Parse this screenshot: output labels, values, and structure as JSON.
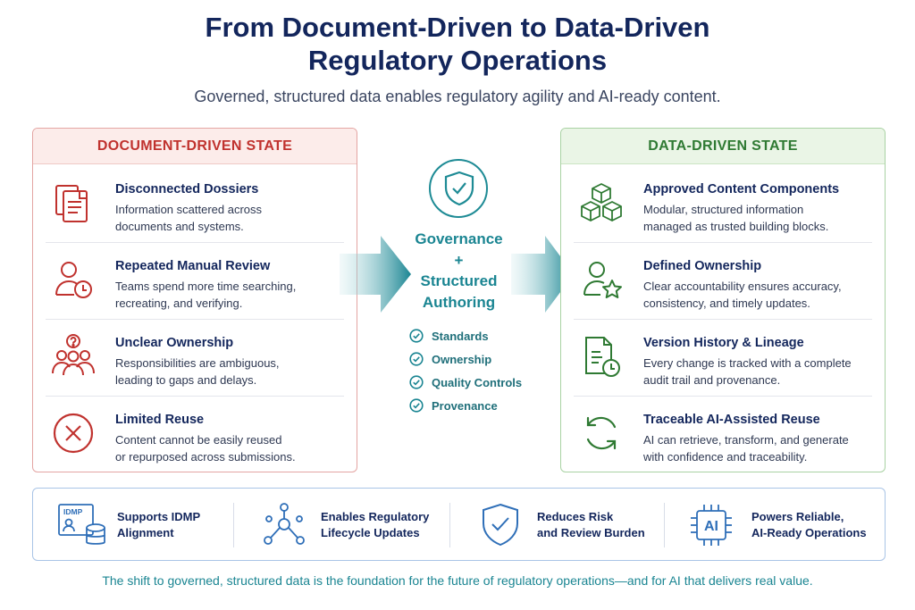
{
  "header": {
    "title_line1": "From Document-Driven to Data-Driven",
    "title_line2": "Regulatory Operations",
    "subtitle": "Governed, structured data enables regulatory agility and AI-ready content."
  },
  "left_panel": {
    "heading": "DOCUMENT-DRIVEN STATE",
    "items": [
      {
        "icon": "documents-icon",
        "title": "Disconnected Dossiers",
        "line1": "Information scattered across",
        "line2": "documents and systems."
      },
      {
        "icon": "person-clock-icon",
        "title": "Repeated Manual Review",
        "line1": "Teams spend more time searching,",
        "line2": "recreating, and verifying."
      },
      {
        "icon": "group-question-icon",
        "title": "Unclear Ownership",
        "line1": "Responsibilities are ambiguous,",
        "line2": "leading to gaps and delays."
      },
      {
        "icon": "x-circle-icon",
        "title": "Limited Reuse",
        "line1": "Content cannot be easily reused",
        "line2": "or repurposed across submissions."
      }
    ]
  },
  "center": {
    "line1": "Governance",
    "line2": "+",
    "line3": "Structured",
    "line4": "Authoring",
    "checks": [
      "Standards",
      "Ownership",
      "Quality Controls",
      "Provenance"
    ]
  },
  "right_panel": {
    "heading": "DATA-DRIVEN STATE",
    "items": [
      {
        "icon": "cubes-icon",
        "title": "Approved Content Components",
        "line1": "Modular, structured information",
        "line2": "managed as trusted building blocks."
      },
      {
        "icon": "person-star-icon",
        "title": "Defined Ownership",
        "line1": "Clear accountability ensures accuracy,",
        "line2": "consistency, and timely updates."
      },
      {
        "icon": "document-clock-icon",
        "title": "Version History & Lineage",
        "line1": "Every change is tracked with a complete",
        "line2": "audit trail and provenance."
      },
      {
        "icon": "cycle-arrows-icon",
        "title": "Traceable AI-Assisted Reuse",
        "line1": "AI can retrieve, transform, and generate",
        "line2": "with confidence and traceability."
      }
    ]
  },
  "bottom": [
    {
      "icon": "idmp-database-icon",
      "icon_label": "IDMP",
      "line1": "Supports IDMP",
      "line2": "Alignment"
    },
    {
      "icon": "network-nodes-icon",
      "line1": "Enables Regulatory",
      "line2": "Lifecycle Updates"
    },
    {
      "icon": "shield-check-icon",
      "line1": "Reduces Risk",
      "line2": "and Review Burden"
    },
    {
      "icon": "ai-chip-icon",
      "icon_label": "AI",
      "line1": "Powers Reliable,",
      "line2": "AI-Ready Operations"
    }
  ],
  "footer": "The shift to governed, structured data is the foundation for the future of regulatory operations—and for AI that delivers real value.",
  "colors": {
    "navy": "#13265c",
    "red": "#c0322e",
    "green": "#2f7a33",
    "teal": "#1a8592",
    "blue": "#2f6fb8"
  }
}
